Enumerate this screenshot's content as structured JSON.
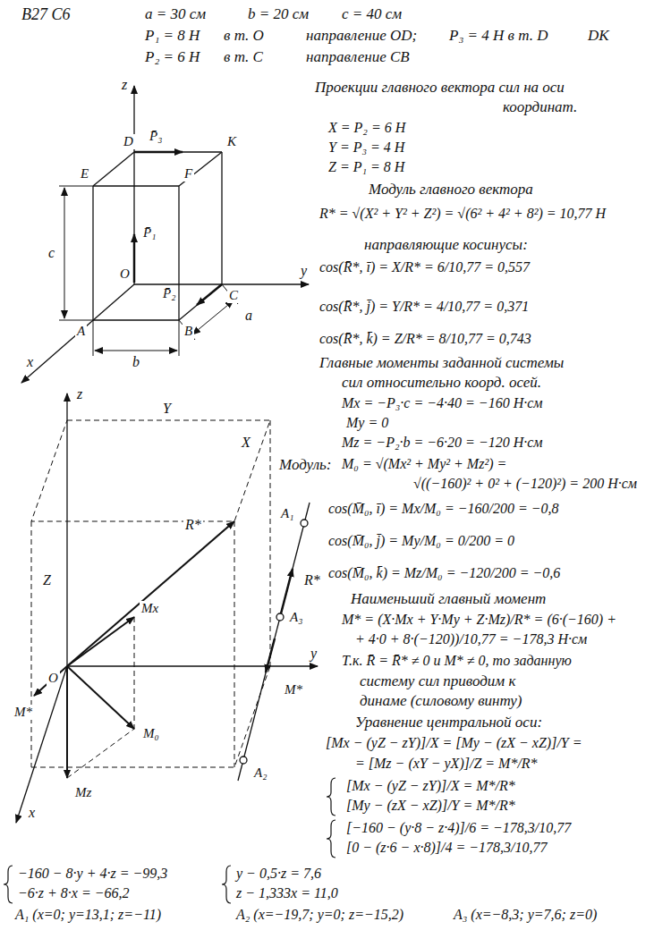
{
  "diagram": {
    "labels": [
      "B27 C6",
      "a = 30 см",
      "b = 20 см",
      "c = 40 см",
      "P₁ = 8 H",
      "в т. O",
      "направление OD;",
      "P₃ = 4 H в т. D",
      "DK",
      "P₂ = 6 H",
      "в т. C",
      "направление CB",
      "z",
      "D",
      "P̄₃",
      "K",
      "E",
      "F",
      "c",
      "P̄₁",
      "O",
      "C",
      "y",
      "P̄₂",
      "a",
      "A",
      "B",
      "b",
      "x",
      "Проекции главного вектора сил на оси",
      "координат.",
      "X = P₂ = 6 H",
      "Y = P₃ = 4 H",
      "Z = P₁ = 8 H",
      "Модуль главного вектора",
      "R* = √(X² + Y² + Z²) = √(6² + 4² + 8²) = 10,77 H",
      "направляющие косинусы:",
      "cos(R̄*, ī) = X/R* = 6/10,77 = 0,557",
      "cos(R̄*, j̄) = Y/R* = 4/10,77 = 0,371",
      "cos(R̄*, k̄) = Z/R* = 8/10,77 = 0,743",
      "Главные моменты заданной системы",
      "сил относительно коорд. осей.",
      "Mx = −P₃·c = −4·40 = −160 H·см",
      "My = 0",
      "Mz = −P₂·b = −6·20 = −120 H·см",
      "Модуль:",
      "M₀ = √(Mx² + My² + Mz²) =",
      "√((−160)² + 0² + (−120)²) = 200 H·см",
      "cos(M̄₀, ī) = Mx/M₀ = −160/200 = −0,8",
      "cos(M̄₀, j̄) = My/M₀ = 0/200 = 0",
      "cos(M̄₀, k̄) = Mz/M₀ = −120/200 = −0,6",
      "Наименьший главный момент",
      "M* = (X·Mx + Y·My + Z·Mz)/R* = (6·(−160) +",
      "+ 4·0 + 8·(−120))/10,77 = −178,3 H·см",
      "Т.к. R̄ = R̄* ≠ 0 и M* ≠ 0, то заданную",
      "систему сил приводим к",
      "динаме (силовому винту)",
      "Уравнение центральной оси:",
      "[Mx − (yZ − zY)]/X = [My − (zX − xZ)]/Y =",
      "= [Mz − (xY − yX)]/Z = M*/R*",
      "[Mx − (yZ − zY)]/X = M*/R*",
      "[My − (zX − xZ)]/Y = M*/R*",
      "[−160 − (y·8 − z·4)]/6 = −178,3/10,77",
      "[0 − (z·6 − x·8)]/4 = −178,3/10,77",
      "z",
      "Y",
      "X",
      "R*",
      "Z",
      "A₁",
      "R*",
      "A₃",
      "Mx",
      "y",
      "O",
      "M₀",
      "M*",
      "M*",
      "Mz",
      "A₂",
      "x",
      "−160 − 8·y + 4·z = −99,3",
      "−6·z + 8·x = −66,2",
      "y − 0,5·z = 7,6",
      "z − 1,333x = 11,0",
      "A₁ (x=0; y=13,1; z=−11)",
      "A₂ (x=−19,7; y=0; z=−15,2)",
      "A₃ (x=−8,3; y=7,6; z=0)"
    ]
  }
}
